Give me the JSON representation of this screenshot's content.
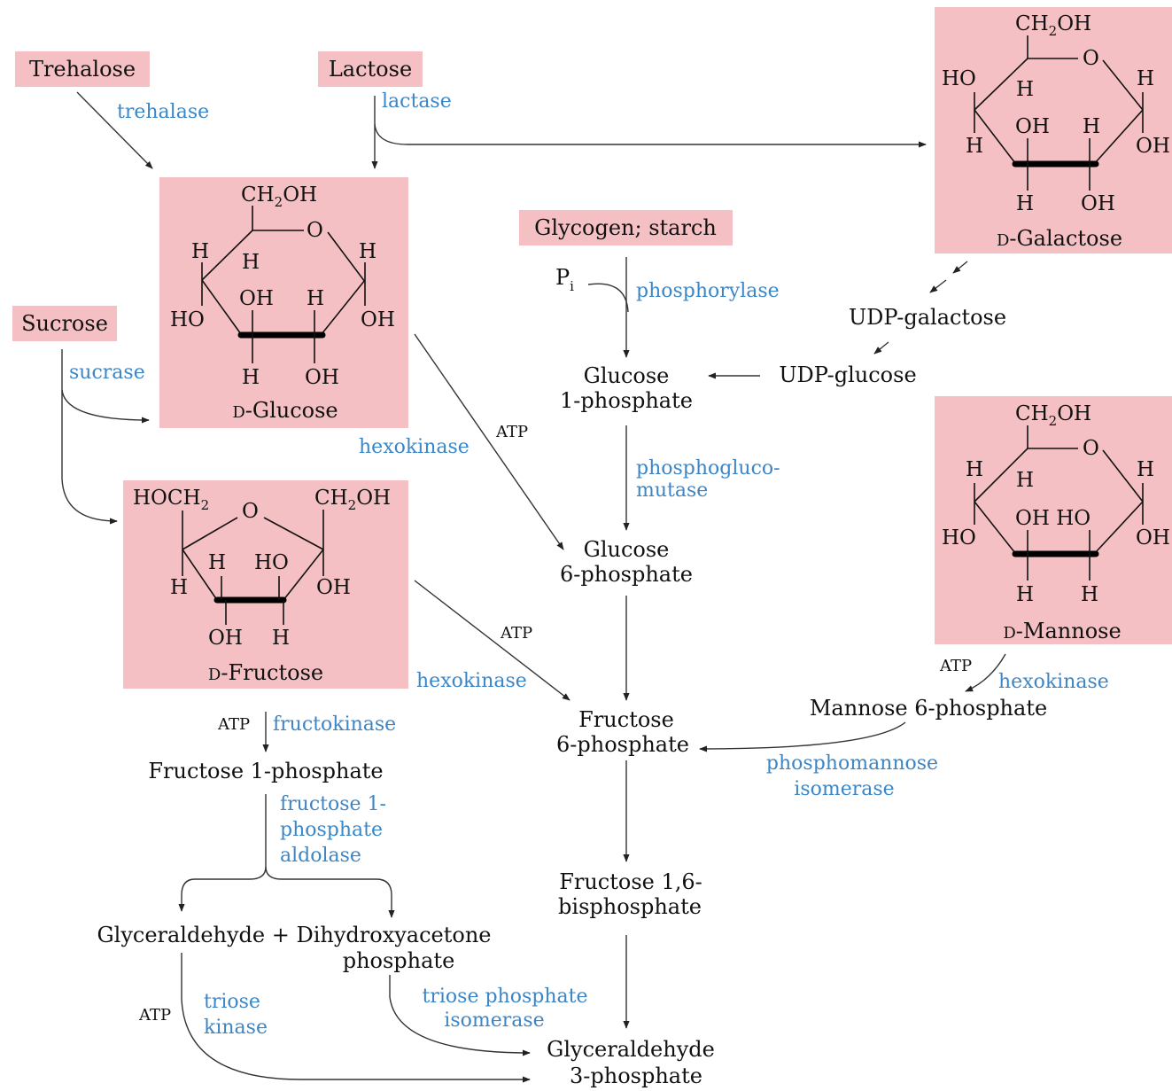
{
  "sources": {
    "trehalose": "Trehalose",
    "lactose": "Lactose",
    "sucrose": "Sucrose",
    "glycogen": "Glycogen; starch"
  },
  "sugars": {
    "glucose": "D-Glucose",
    "galactose": "D-Galactose",
    "fructose": "D-Fructose",
    "mannose": "D-Mannose",
    "small_cap_d": "D"
  },
  "atoms": {
    "ch2oh_pre": "CH",
    "ch2oh_sub": "2",
    "ch2oh_post": "OH",
    "hoch2_pre": "HOCH",
    "hoch2_sub": "2",
    "o": "O",
    "h": "H",
    "oh": "OH",
    "ho": "HO",
    "oh_ho": "OH HO",
    "pi": "P",
    "pi_sub": "i"
  },
  "enzymes": {
    "trehalase": "trehalase",
    "lactase": "lactase",
    "sucrase": "sucrase",
    "phosphorylase": "phosphorylase",
    "hexokinase": "hexokinase",
    "phosphoglucomutase_1": "phosphogluco-",
    "phosphoglucomutase_2": "mutase",
    "fructokinase": "fructokinase",
    "fructose_1p_aldolase_1": "fructose 1-",
    "fructose_1p_aldolase_2": "phosphate",
    "fructose_1p_aldolase_3": "aldolase",
    "phosphomannose_isomerase_1": "phosphomannose",
    "phosphomannose_isomerase_2": "isomerase",
    "triose_kinase_1": "triose",
    "triose_kinase_2": "kinase",
    "tpi_1": "triose phosphate",
    "tpi_2": "isomerase"
  },
  "intermediates": {
    "udp_galactose": "UDP-galactose",
    "udp_glucose": "UDP-glucose",
    "glucose_1p_1": "Glucose",
    "glucose_1p_2": "1-phosphate",
    "glucose_6p_1": "Glucose",
    "glucose_6p_2": "6-phosphate",
    "fructose_6p_1": "Fructose",
    "fructose_6p_2": "6-phosphate",
    "fructose_16bp_1": "Fructose 1,6-",
    "fructose_16bp_2": "bisphosphate",
    "fructose_1p": "Fructose 1-phosphate",
    "mannose_6p": "Mannose 6-phosphate",
    "gly_dhap_1": "Glyceraldehyde + Dihydroxyacetone",
    "gly_dhap_2": "phosphate",
    "g3p_1": "Glyceraldehyde",
    "g3p_2": "3-phosphate"
  },
  "cofactors": {
    "atp": "ATP"
  },
  "colors": {
    "highlight": "#f4c0c3",
    "enzyme_text": "#3d86c6",
    "line": "#333333"
  }
}
